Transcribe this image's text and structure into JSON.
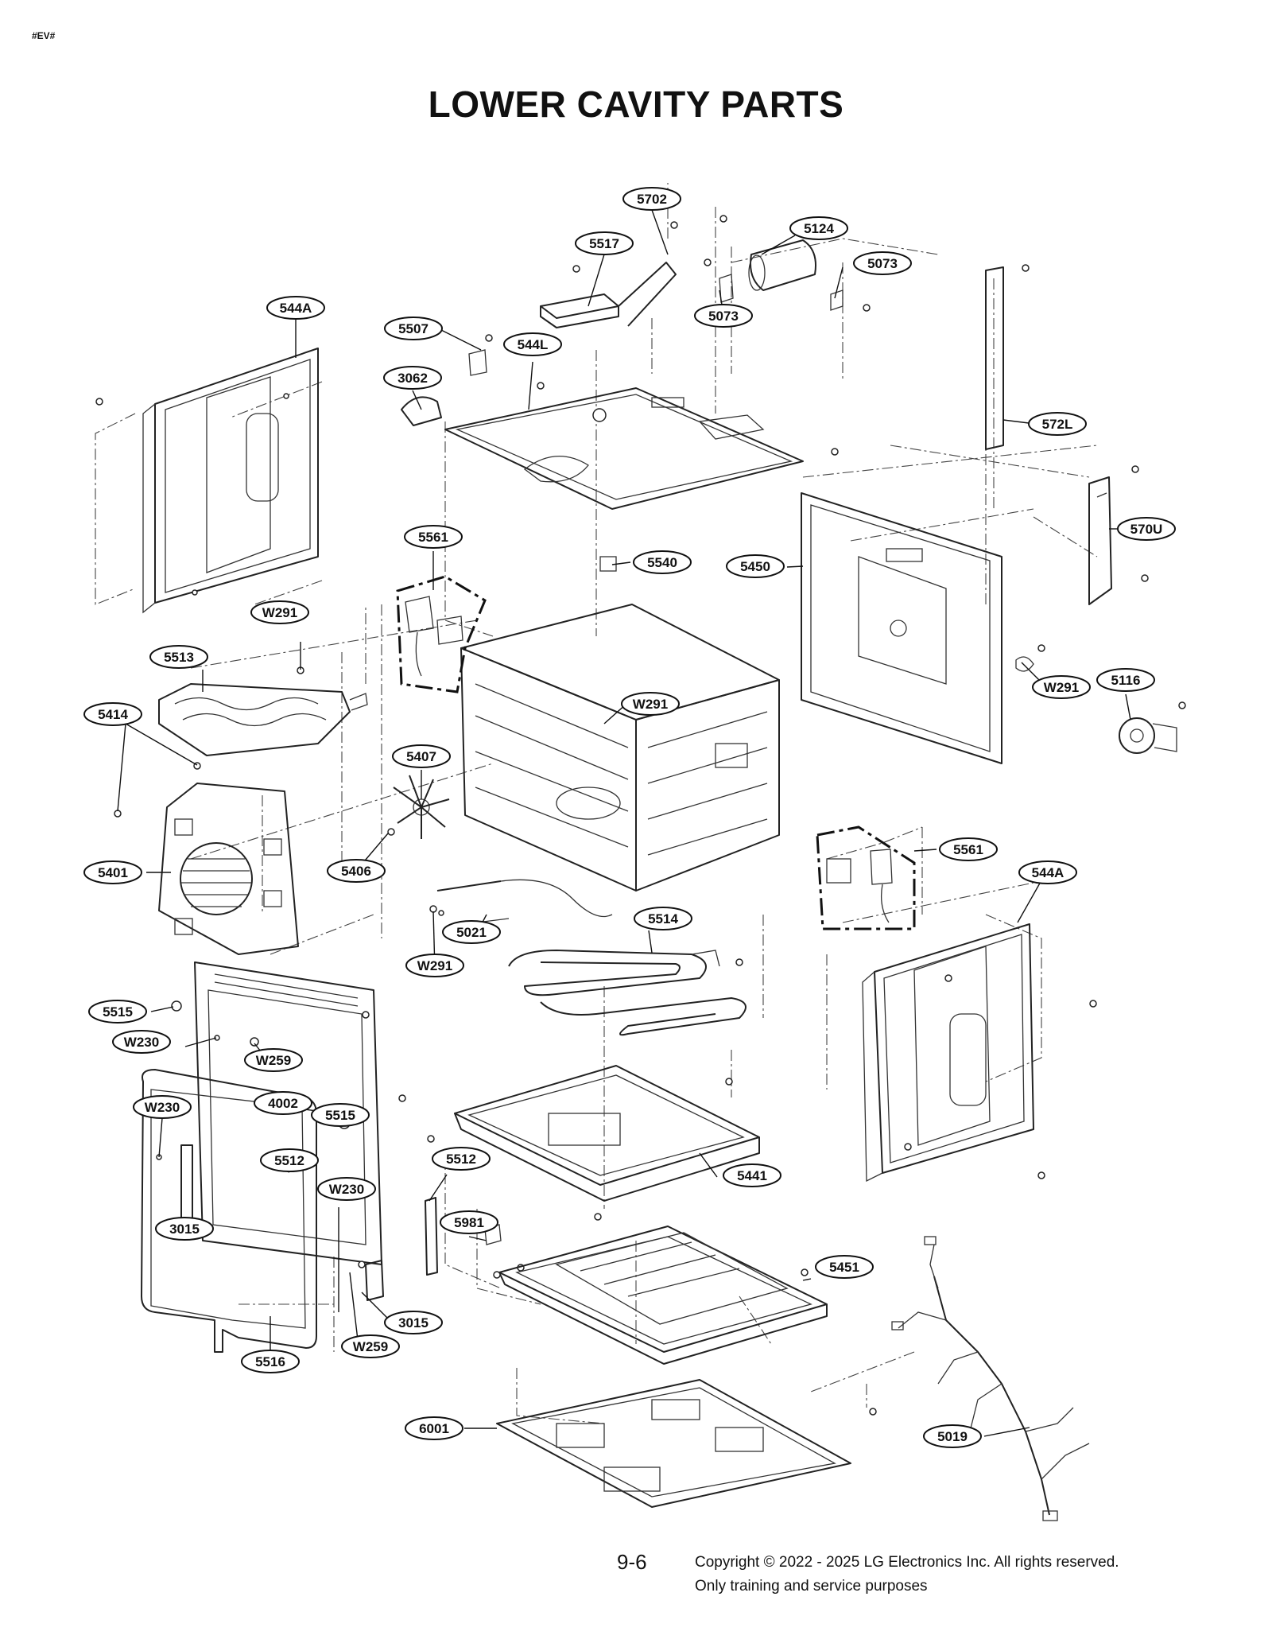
{
  "header": {
    "tag": "#EV#",
    "title": "LOWER CAVITY PARTS"
  },
  "footer": {
    "page_number": "9-6",
    "copyright_line1": "Copyright © 2022 - 2025 LG Electronics Inc. All rights reserved.",
    "copyright_line2": "Only training and service purposes"
  },
  "callouts": [
    "5702",
    "5124",
    "5517",
    "5073",
    "5073",
    "544A",
    "5507",
    "544L",
    "3062",
    "572L",
    "5561",
    "5540",
    "5450",
    "570U",
    "W291",
    "5513",
    "W291",
    "5116",
    "5414",
    "W291",
    "5407",
    "5561",
    "544A",
    "5401",
    "5406",
    "5514",
    "5021",
    "W291",
    "5515",
    "W230",
    "W259",
    "4002",
    "5515",
    "W230",
    "5512",
    "5441",
    "5512",
    "W230",
    "5981",
    "3015",
    "5451",
    "3015",
    "W259",
    "5516",
    "6001",
    "5019"
  ]
}
